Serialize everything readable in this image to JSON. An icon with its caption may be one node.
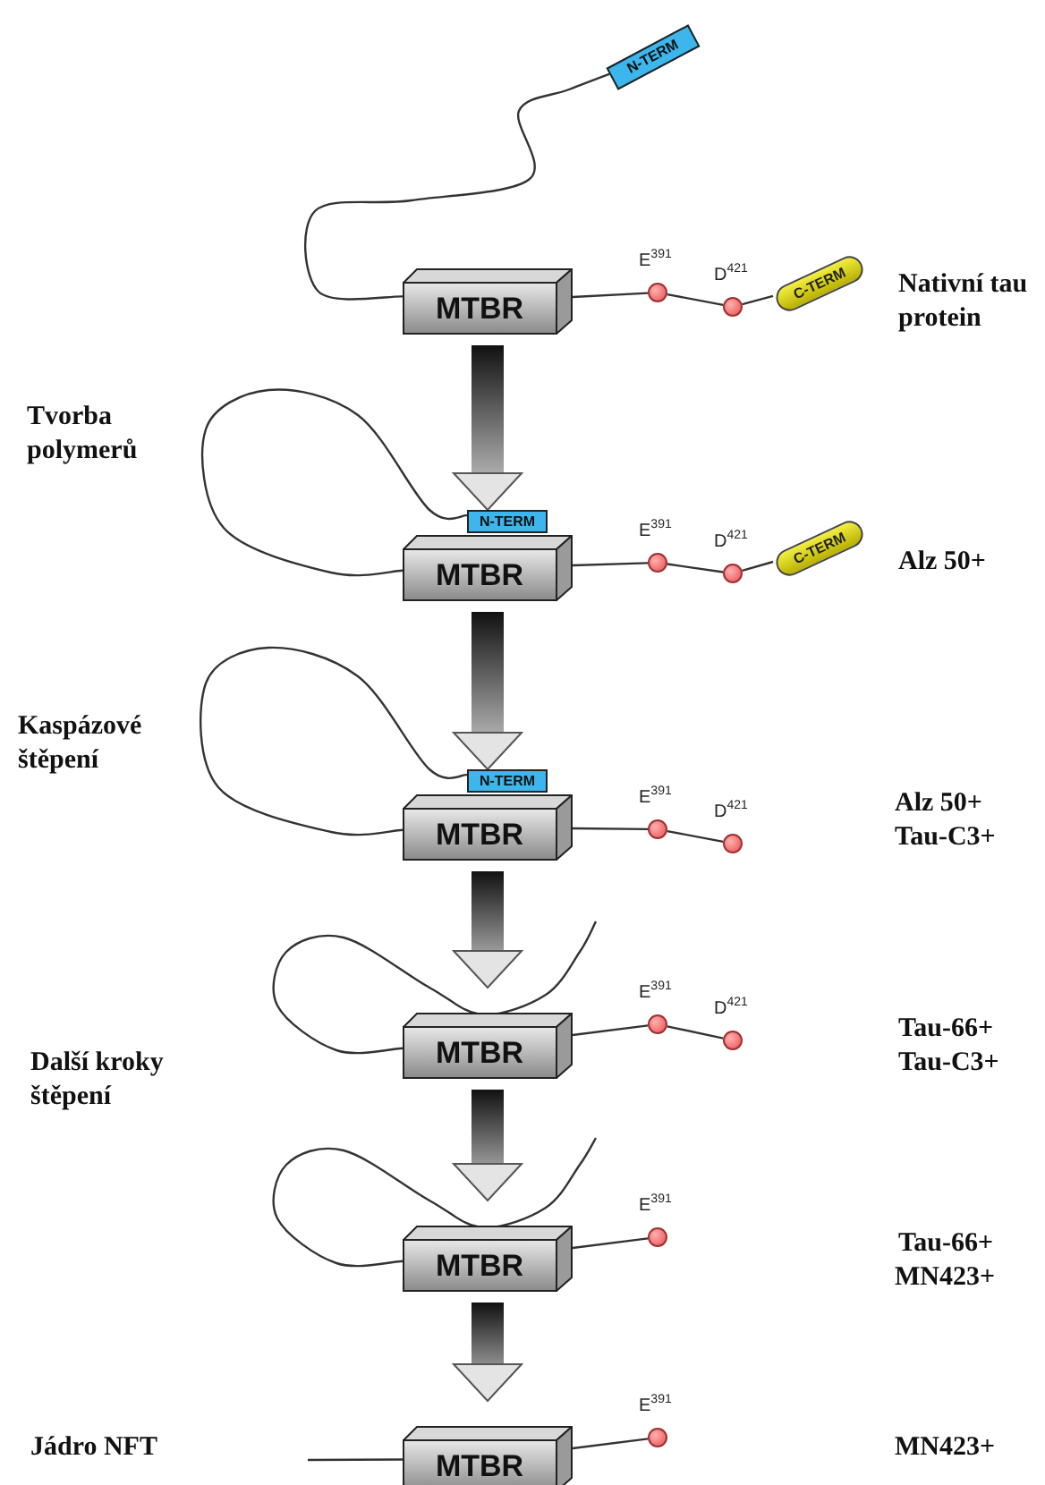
{
  "diagram": {
    "nodes": [
      {
        "text": [
          "N-TERM"
        ]
      },
      {
        "text": [
          "MTBR"
        ]
      },
      {
        "text": [],
        "shape": "circle",
        "beside": [
          "E$^{391}$"
        ]
      },
      {
        "text": [],
        "shape": "circle",
        "beside": [
          "D$^{421}$"
        ]
      },
      {
        "text": [
          "C-TERM"
        ]
      },
      {
        "text": [
          "N-TERM"
        ]
      },
      {
        "text": [
          "MTBR"
        ]
      },
      {
        "text": [],
        "shape": "circle",
        "beside": [
          "E$^{391}$"
        ]
      },
      {
        "text": [],
        "shape": "circle",
        "beside": [
          "D$^{421}$"
        ]
      },
      {
        "text": [
          "C-TERM"
        ]
      },
      {
        "text": [
          "N-TERM"
        ]
      },
      {
        "text": [
          "MTBR"
        ]
      },
      {
        "text": [],
        "shape": "circle",
        "beside": [
          "E$^{391}$"
        ]
      },
      {
        "text": [],
        "shape": "circle",
        "beside": [
          "D$^{421}$"
        ]
      },
      {
        "text": [
          "MTBR"
        ]
      },
      {
        "text": [],
        "shape": "circle",
        "beside": [
          "E$^{391}$"
        ]
      },
      {
        "text": [],
        "shape": "circle",
        "beside": [
          "D$^{421}$"
        ]
      },
      {
        "text": [
          "MTBR"
        ]
      },
      {
        "text": [],
        "shape": "circle",
        "beside": [
          "E$^{391}$"
        ]
      },
      {
        "text": [
          "MTBR"
        ]
      },
      {
        "text": [],
        "shape": "circle",
        "beside": [
          "E$^{391}$"
        ]
      }
    ],
    "edges": [
      {
        "from": 1,
        "to": 0,
        "arrow": "none"
      },
      {
        "from": 1,
        "to": 2,
        "arrow": "none"
      },
      {
        "from": 2,
        "to": 3,
        "arrow": "none"
      },
      {
        "from": 3,
        "to": 4,
        "arrow": "none"
      },
      {
        "from": 1,
        "to": 6,
        "arrow": "to",
        "style": "thick"
      },
      {
        "from": 6,
        "to": 5,
        "arrow": "none"
      },
      {
        "from": 6,
        "to": 7,
        "arrow": "none"
      },
      {
        "from": 7,
        "to": 8,
        "arrow": "none"
      },
      {
        "from": 8,
        "to": 9,
        "arrow": "none"
      },
      {
        "from": 6,
        "to": 11,
        "arrow": "to",
        "style": "thick"
      },
      {
        "from": 11,
        "to": 10,
        "arrow": "none"
      },
      {
        "from": 11,
        "to": 12,
        "arrow": "none"
      },
      {
        "from": 12,
        "to": 13,
        "arrow": "none"
      },
      {
        "from": 11,
        "to": 14,
        "arrow": "to",
        "style": "thick"
      },
      {
        "from": 14,
        "to": null,
        "arrow": "none"
      },
      {
        "from": 14,
        "to": 15,
        "arrow": "none"
      },
      {
        "from": 15,
        "to": 16,
        "arrow": "none"
      },
      {
        "from": 14,
        "to": 17,
        "arrow": "to",
        "style": "thick"
      },
      {
        "from": 17,
        "to": null,
        "arrow": "none"
      },
      {
        "from": 17,
        "to": 18,
        "arrow": "none"
      },
      {
        "from": 17,
        "to": 19,
        "arrow": "to",
        "style": "thick"
      },
      {
        "from": null,
        "to": 19,
        "arrow": "none"
      },
      {
        "from": 19,
        "to": 20,
        "arrow": "none"
      }
    ],
    "labels": [
      "Nativní tau protein",
      "Tvorba polymerů",
      "Alz 50+",
      "Kaspázové štěpení",
      "Alz 50+",
      "Tau-C3+",
      "Tau-66+",
      "Další kroky štěpení",
      "Tau-C3+",
      "Tau-66+",
      "MN423+",
      "Jádro NFT",
      "MN423+"
    ]
  }
}
